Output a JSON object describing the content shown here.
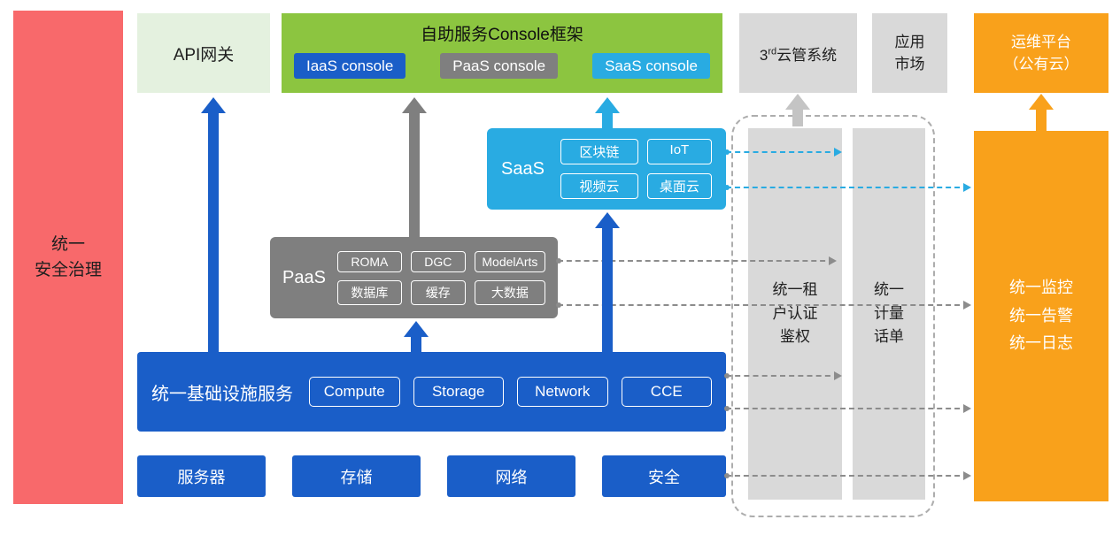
{
  "colors": {
    "deep_blue": "#1A5EC8",
    "cyan": "#29ABE2",
    "gray": "#7F7F7F",
    "light_gray": "#D9D9D9",
    "green": "#8CC540",
    "pale_green": "#E4F1DF",
    "orange": "#F9A11B",
    "red": "#F8696B"
  },
  "security_bar": {
    "label": "统一\n安全治理"
  },
  "api_gateway": {
    "label": "API网关"
  },
  "console_frame": {
    "title": "自助服务Console框架",
    "consoles": [
      {
        "label": "IaaS console"
      },
      {
        "label": "PaaS console"
      },
      {
        "label": "SaaS console"
      }
    ]
  },
  "third_party_cloud": {
    "prefix": "3",
    "superscript": "rd",
    "suffix": "云管系统"
  },
  "app_market": {
    "label": "应用\n市场"
  },
  "ops_platform": {
    "label": "运维平台\n（公有云）"
  },
  "saas_layer": {
    "label": "SaaS",
    "chips": [
      "区块链",
      "IoT",
      "视频云",
      "桌面云"
    ]
  },
  "paas_layer": {
    "label": "PaaS",
    "chips": [
      "ROMA",
      "DGC",
      "ModelArts",
      "数据库",
      "缓存",
      "大数据"
    ]
  },
  "iaas_layer": {
    "label": "统一基础设施服务",
    "chips": [
      "Compute",
      "Storage",
      "Network",
      "CCE"
    ]
  },
  "resource_row": {
    "items": [
      "服务器",
      "存储",
      "网络",
      "安全"
    ]
  },
  "tenant_auth_bar": {
    "label": "统一租\n户认证\n鉴权"
  },
  "metering_bar": {
    "label": "统一\n计量\n话单"
  },
  "monitoring_panel": {
    "label": "统一监控\n统一告警\n统一日志"
  }
}
